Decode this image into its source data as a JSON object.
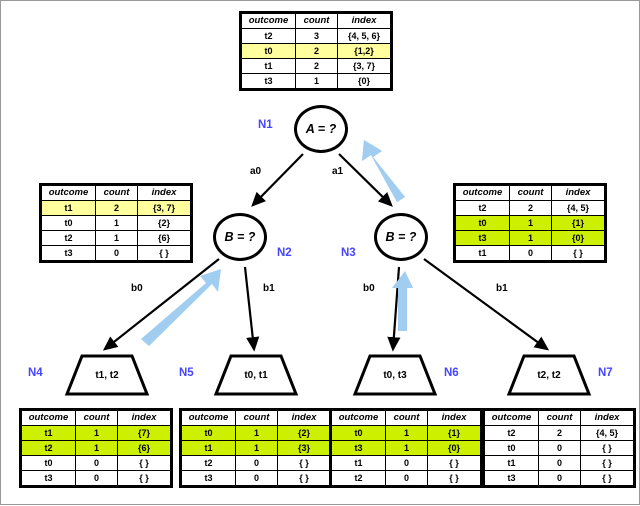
{
  "diagram": {
    "title": "decision-tree-with-outcome-count-index-tables",
    "colors": {
      "highlight_yellow": "#ffff9e",
      "highlight_green": "#ccf000",
      "node_label_blue": "#4646ff",
      "pointer_arrow_blue": "#a0cdf0",
      "stroke": "#000000",
      "background": "#ffffff"
    },
    "columns": [
      "outcome",
      "count",
      "index"
    ]
  },
  "tables": {
    "root": {
      "headers": [
        "outcome",
        "count",
        "index"
      ],
      "rows": [
        {
          "outcome": "t2",
          "count": "3",
          "index": "{4, 5, 6}",
          "highlight": "none"
        },
        {
          "outcome": "t0",
          "count": "2",
          "index": "{1,2}",
          "highlight": "yellow"
        },
        {
          "outcome": "t1",
          "count": "2",
          "index": "{3, 7}",
          "highlight": "none"
        },
        {
          "outcome": "t3",
          "count": "1",
          "index": "{0}",
          "highlight": "none"
        }
      ]
    },
    "n2": {
      "headers": [
        "outcome",
        "count",
        "index"
      ],
      "rows": [
        {
          "outcome": "t1",
          "count": "2",
          "index": "{3, 7}",
          "highlight": "yellow"
        },
        {
          "outcome": "t0",
          "count": "1",
          "index": "{2}",
          "highlight": "none"
        },
        {
          "outcome": "t2",
          "count": "1",
          "index": "{6}",
          "highlight": "none"
        },
        {
          "outcome": "t3",
          "count": "0",
          "index": "{ }",
          "highlight": "none"
        }
      ]
    },
    "n3": {
      "headers": [
        "outcome",
        "count",
        "index"
      ],
      "rows": [
        {
          "outcome": "t2",
          "count": "2",
          "index": "{4, 5}",
          "highlight": "none"
        },
        {
          "outcome": "t0",
          "count": "1",
          "index": "{1}",
          "highlight": "green"
        },
        {
          "outcome": "t3",
          "count": "1",
          "index": "{0}",
          "highlight": "green"
        },
        {
          "outcome": "t1",
          "count": "0",
          "index": "{ }",
          "highlight": "none"
        }
      ]
    },
    "n4": {
      "headers": [
        "outcome",
        "count",
        "index"
      ],
      "rows": [
        {
          "outcome": "t1",
          "count": "1",
          "index": "{7}",
          "highlight": "green"
        },
        {
          "outcome": "t2",
          "count": "1",
          "index": "{6}",
          "highlight": "green"
        },
        {
          "outcome": "t0",
          "count": "0",
          "index": "{ }",
          "highlight": "none"
        },
        {
          "outcome": "t3",
          "count": "0",
          "index": "{ }",
          "highlight": "none"
        }
      ]
    },
    "n5": {
      "headers": [
        "outcome",
        "count",
        "index"
      ],
      "rows": [
        {
          "outcome": "t0",
          "count": "1",
          "index": "{2}",
          "highlight": "green"
        },
        {
          "outcome": "t1",
          "count": "1",
          "index": "{3}",
          "highlight": "green"
        },
        {
          "outcome": "t2",
          "count": "0",
          "index": "{ }",
          "highlight": "none"
        },
        {
          "outcome": "t3",
          "count": "0",
          "index": "{ }",
          "highlight": "none"
        }
      ]
    },
    "n6": {
      "headers": [
        "outcome",
        "count",
        "index"
      ],
      "rows": [
        {
          "outcome": "t0",
          "count": "1",
          "index": "{1}",
          "highlight": "green"
        },
        {
          "outcome": "t3",
          "count": "1",
          "index": "{0}",
          "highlight": "green"
        },
        {
          "outcome": "t1",
          "count": "0",
          "index": "{ }",
          "highlight": "none"
        },
        {
          "outcome": "t2",
          "count": "0",
          "index": "{ }",
          "highlight": "none"
        }
      ]
    },
    "n7": {
      "headers": [
        "outcome",
        "count",
        "index"
      ],
      "rows": [
        {
          "outcome": "t2",
          "count": "2",
          "index": "{4, 5}",
          "highlight": "none"
        },
        {
          "outcome": "t0",
          "count": "0",
          "index": "{ }",
          "highlight": "none"
        },
        {
          "outcome": "t1",
          "count": "0",
          "index": "{ }",
          "highlight": "none"
        },
        {
          "outcome": "t3",
          "count": "0",
          "index": "{ }",
          "highlight": "none"
        }
      ]
    }
  },
  "nodes": {
    "n1": {
      "id": "N1",
      "text": "A = ?",
      "type": "internal"
    },
    "n2": {
      "id": "N2",
      "text": "B = ?",
      "type": "internal"
    },
    "n3": {
      "id": "N3",
      "text": "B = ?",
      "type": "internal"
    },
    "n4": {
      "id": "N4",
      "text": "t1, t2",
      "type": "leaf"
    },
    "n5": {
      "id": "N5",
      "text": "t0, t1",
      "type": "leaf"
    },
    "n6": {
      "id": "N6",
      "text": "t0, t3",
      "type": "leaf"
    },
    "n7": {
      "id": "N7",
      "text": "t2, t2",
      "type": "leaf"
    }
  },
  "edges": {
    "n1_left": "a0",
    "n1_right": "a1",
    "n2_left": "b0",
    "n2_right": "b1",
    "n3_left": "b0",
    "n3_right": "b1"
  }
}
